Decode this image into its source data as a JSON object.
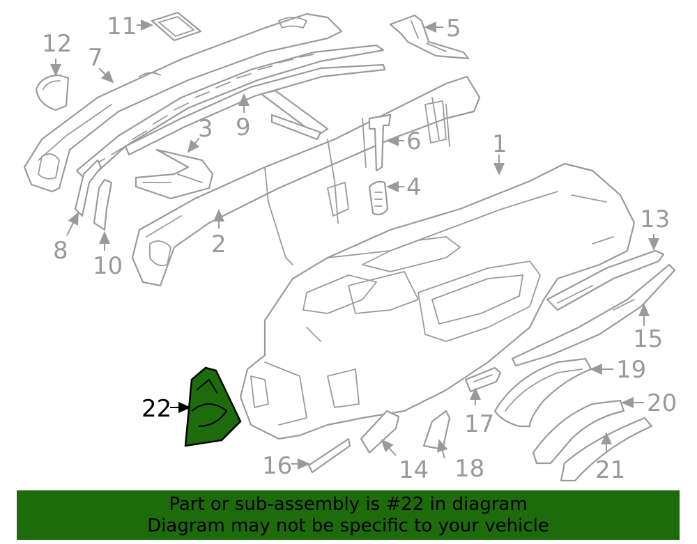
{
  "diagram": {
    "highlight_color": "#1e6b0c",
    "line_color": "#9a9a9a",
    "highlighted_part": "22",
    "callouts": [
      "1",
      "2",
      "3",
      "4",
      "5",
      "6",
      "7",
      "8",
      "9",
      "10",
      "11",
      "12",
      "13",
      "14",
      "15",
      "16",
      "17",
      "18",
      "19",
      "20",
      "21",
      "22"
    ]
  },
  "banner": {
    "line1": "Part or sub-assembly is #22 in diagram",
    "line2": "Diagram may not be specific to your vehicle"
  }
}
